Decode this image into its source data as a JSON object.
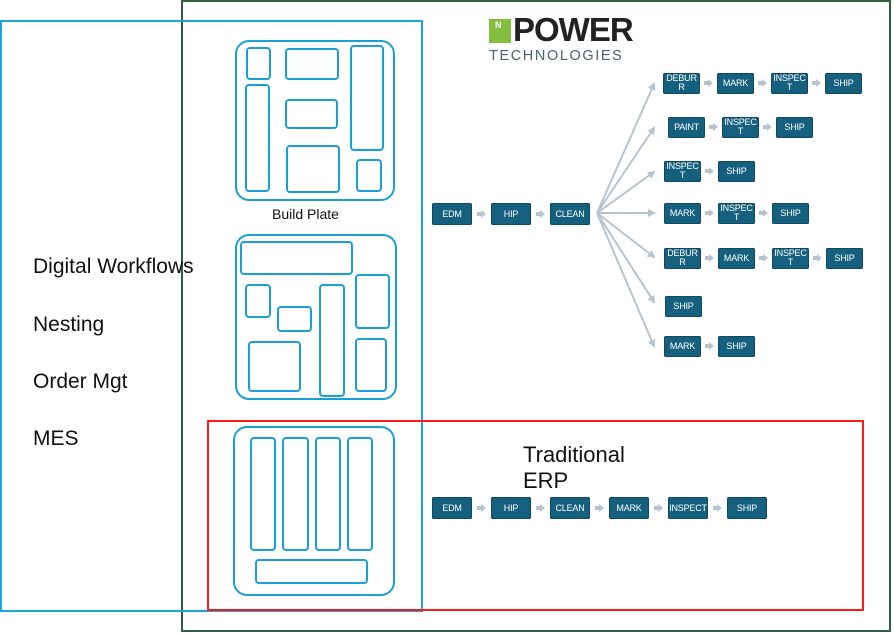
{
  "logo": {
    "mark_letter": "N",
    "word": "POWER",
    "subtitle": "TECHNOLOGIES",
    "mark_color": "#84be3f"
  },
  "left_panel": {
    "labels": [
      "Digital Workflows",
      "Nesting",
      "Order Mgt",
      "MES"
    ]
  },
  "build_plates": {
    "caption": "Build Plate"
  },
  "digital_flow": {
    "trunk": [
      "EDM",
      "HIP",
      "CLEAN"
    ],
    "branches": [
      [
        "DEBUR\nR",
        "MARK",
        "INSPEC\nT",
        "SHIP"
      ],
      [
        "PAINT",
        "INSPEC\nT",
        "SHIP"
      ],
      [
        "INSPEC\nT",
        "SHIP"
      ],
      [
        "MARK",
        "INSPEC\nT",
        "SHIP"
      ],
      [
        "DEBUR\nR",
        "MARK",
        "INSPEC\nT",
        "SHIP"
      ],
      [
        "SHIP"
      ],
      [
        "MARK",
        "SHIP"
      ]
    ]
  },
  "traditional": {
    "title": "Traditional ERP",
    "flow": [
      "EDM",
      "HIP",
      "CLEAN",
      "MARK",
      "INSPECT",
      "SHIP"
    ]
  },
  "colors": {
    "step_fill": "#15607f",
    "blue_frame": "#1aa3dc",
    "green_frame": "#2f5f3f",
    "red_frame": "#ff1a1a",
    "arrow": "#b7c4cf"
  }
}
